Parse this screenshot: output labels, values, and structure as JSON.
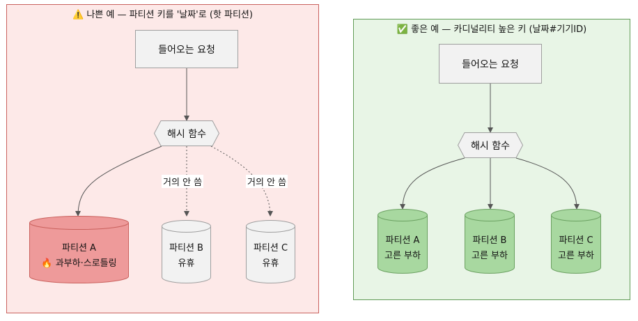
{
  "bad": {
    "title": "⚠️ 나쁜 예 — 파티션 키를 '날짜'로 (핫 파티션)",
    "request": "들어오는 요청",
    "hash": "해시 함수",
    "edge_label_1": "거의 안 씀",
    "edge_label_2": "거의 안 씀",
    "partitions": [
      {
        "line1": "파티션 A",
        "line2": "🔥 과부하·스로틀링"
      },
      {
        "line1": "파티션 B",
        "line2": "유휴"
      },
      {
        "line1": "파티션 C",
        "line2": "유휴"
      }
    ]
  },
  "good": {
    "title": "✅ 좋은 예 — 카디널리티 높은 키 (날짜#기기ID)",
    "request": "들어오는 요청",
    "hash": "해시 함수",
    "partitions": [
      {
        "line1": "파티션 A",
        "line2": "고른 부하"
      },
      {
        "line1": "파티션 B",
        "line2": "고른 부하"
      },
      {
        "line1": "파티션 C",
        "line2": "고른 부하"
      }
    ]
  },
  "colors": {
    "bad_bg": "#fde9e8",
    "bad_border": "#c9605c",
    "hot_fill": "#ee9a9a",
    "hot_stroke": "#c9605c",
    "good_bg": "#e8f5e6",
    "good_border": "#5f9a55",
    "even_fill": "#a8d8a0",
    "even_stroke": "#6aa060",
    "idle_fill": "#f2f2f2",
    "idle_stroke": "#9e9e9e"
  }
}
